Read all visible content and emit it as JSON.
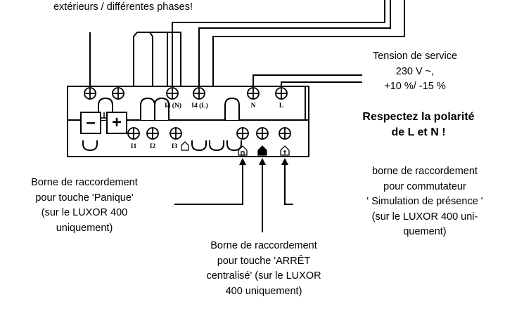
{
  "top_left_text": "extérieurs / différentes phases!",
  "service_voltage": {
    "line1": "Tension de service",
    "line2": "230 V ~,",
    "line3": "+10 %/ -15 %"
  },
  "polarity_warning": {
    "line1": "Respectez la polarité",
    "line2": "de L et N !"
  },
  "upper_terminals": [
    "I4 (N)",
    "I4 (L)",
    "N",
    "L"
  ],
  "lower_terminals": [
    "I1",
    "I2",
    "I3"
  ],
  "polarity_signs": [
    "–",
    "+"
  ],
  "panic_label": {
    "line1": "Borne de raccordement",
    "line2": "pour touche 'Panique'",
    "line3": "(sur le LUXOR 400",
    "line4": "uniquement)"
  },
  "central_off_label": {
    "line1": "Borne de raccordement",
    "line2": "pour touche 'ARRÊT",
    "line3": "centralisé' (sur le LUXOR",
    "line4": "400 uniquement)"
  },
  "presence_label": {
    "line1": "borne de raccordement",
    "line2": "pour commutateur",
    "line3": "' Simulation de présence '",
    "line4": "(sur le LUXOR 400 uni-",
    "line5": "quement)"
  },
  "icons": [
    "house-outline-icon",
    "house-filled-icon",
    "house-dollar-icon"
  ]
}
